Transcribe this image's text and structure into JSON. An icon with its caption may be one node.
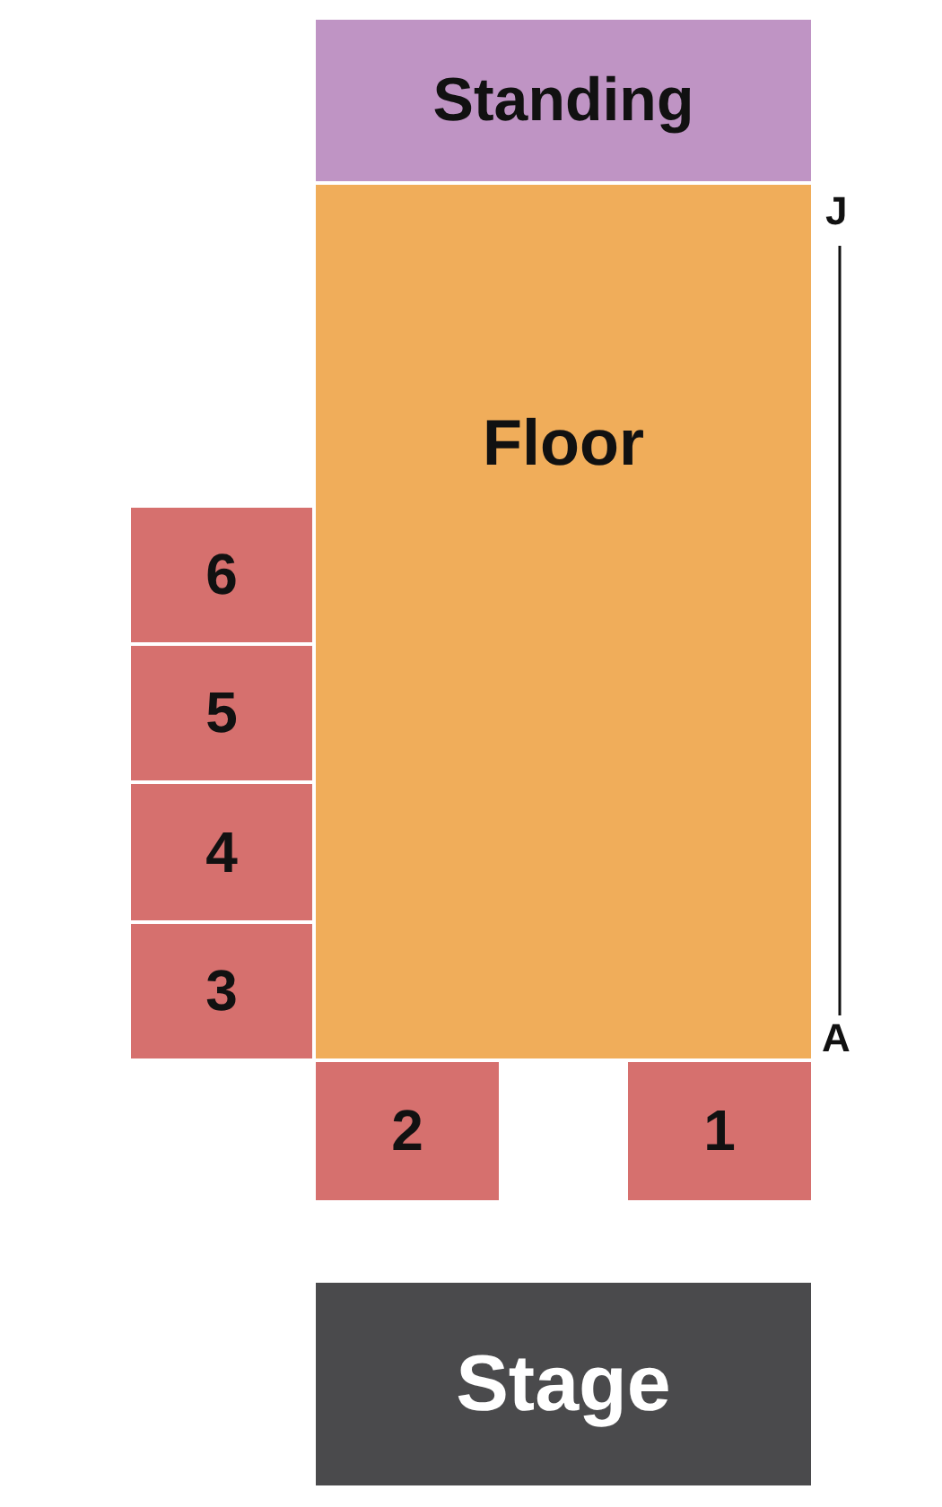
{
  "diagram": {
    "nodes": [
      {
        "text": [
          "Standing"
        ]
      },
      {
        "text": [
          "Floor"
        ]
      },
      {
        "text": [
          "6"
        ]
      },
      {
        "text": [
          "5"
        ]
      },
      {
        "text": [
          "4"
        ]
      },
      {
        "text": [
          "3"
        ]
      },
      {
        "text": [
          "2"
        ]
      },
      {
        "text": [
          "1"
        ]
      },
      {
        "text": [
          "Stage"
        ]
      }
    ],
    "labels": [
      "J",
      "A"
    ]
  }
}
